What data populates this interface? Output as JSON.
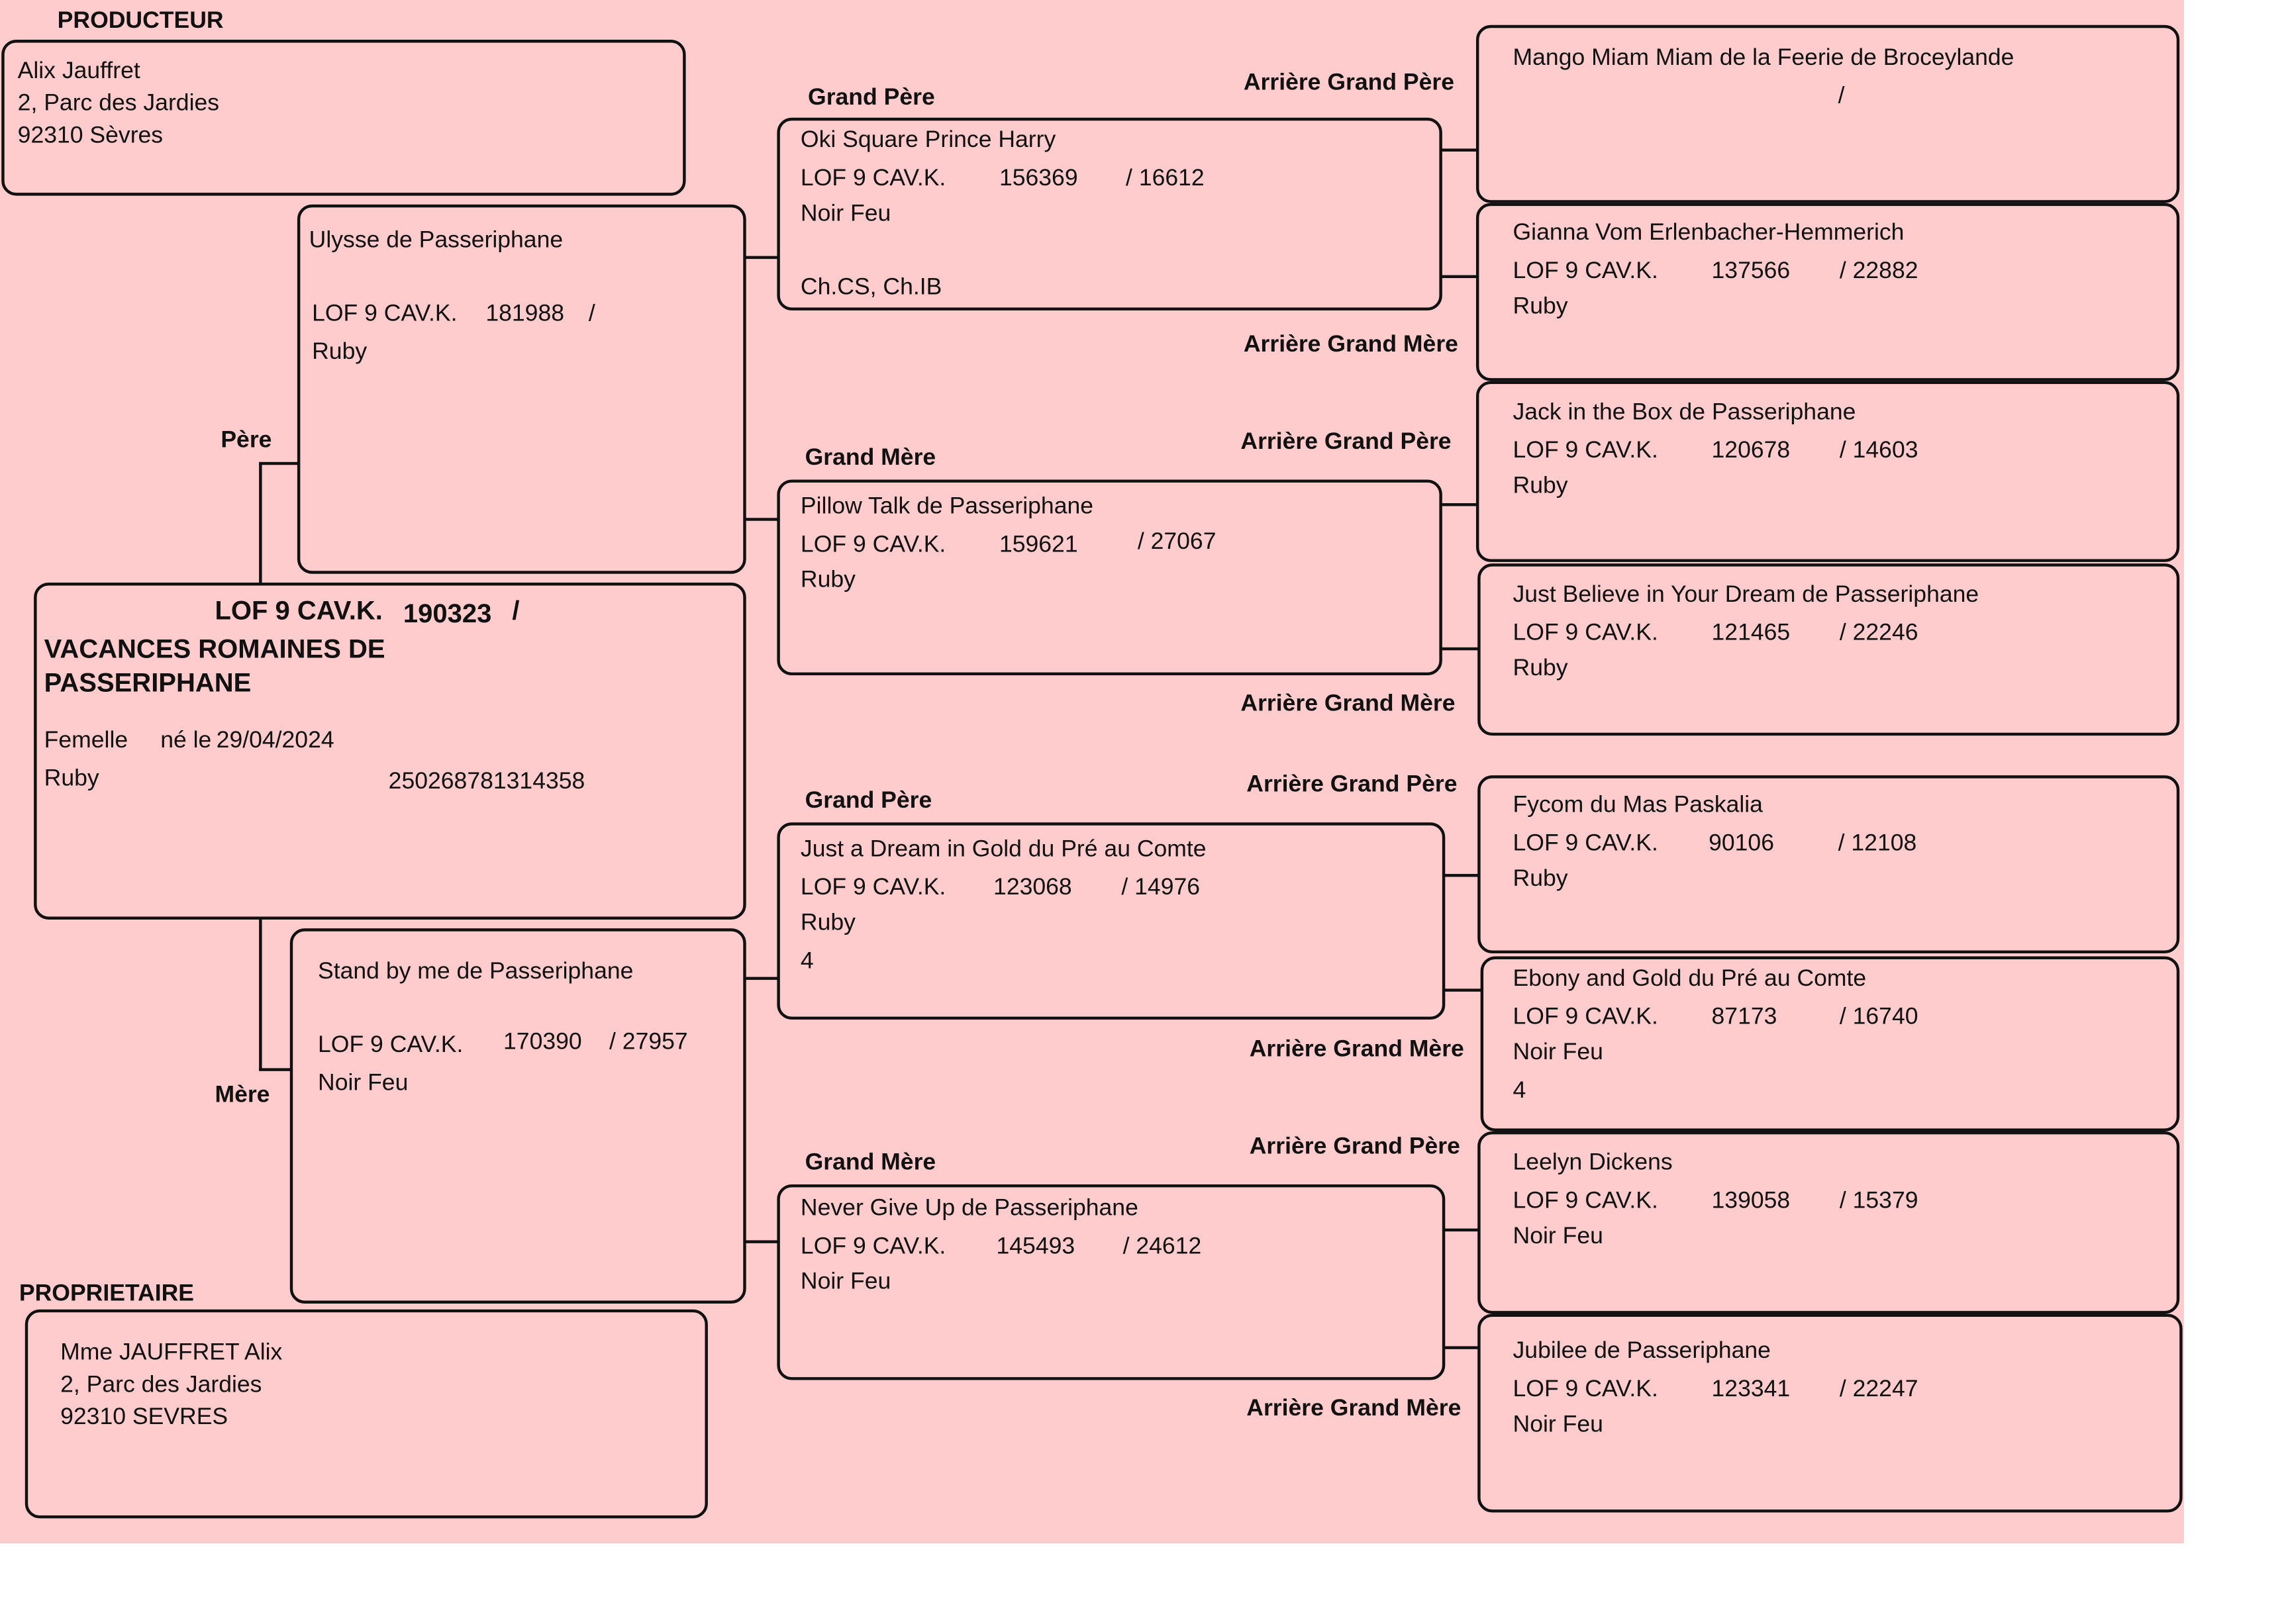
{
  "labels": {
    "producteur": "PRODUCTEUR",
    "proprietaire": "PROPRIETAIRE",
    "pere": "Père",
    "mere": "Mère",
    "grand_pere": "Grand Père",
    "grand_mere": "Grand Mère",
    "arriere_grand_pere": "Arrière Grand Père",
    "arriere_grand_mere": "Arrière Grand Mère"
  },
  "producteur": {
    "name": "Alix Jauffret",
    "address1": "2, Parc des Jardies",
    "address2": "92310 Sèvres"
  },
  "proprietaire": {
    "name": "Mme JAUFFRET Alix",
    "address1": "2, Parc des Jardies",
    "address2": "92310 SEVRES"
  },
  "subject": {
    "registry": "LOF 9 CAV.K.",
    "number": "190323",
    "slash": "/",
    "name_line1": "VACANCES ROMAINES DE",
    "name_line2": "PASSERIPHANE",
    "sex": "Femelle",
    "born_label": "né le",
    "birth_date": "29/04/2024",
    "color": "Ruby",
    "chip": "250268781314358"
  },
  "pere": {
    "name": "Ulysse de Passeriphane",
    "registry": "LOF 9 CAV.K.",
    "number": "181988",
    "slash": "/",
    "color": "Ruby"
  },
  "mere": {
    "name": "Stand by me de Passeriphane",
    "registry": "LOF 9 CAV.K.",
    "number": "170390",
    "second": "/ 27957",
    "color": "Noir Feu"
  },
  "gp_pat": {
    "name": "Oki Square Prince Harry",
    "registry": "LOF 9 CAV.K.",
    "number": "156369",
    "second": "/ 16612",
    "color": "Noir Feu",
    "titles": "Ch.CS, Ch.IB"
  },
  "gm_pat": {
    "name": "Pillow Talk de Passeriphane",
    "registry": "LOF 9 CAV.K.",
    "number": "159621",
    "second": "/ 27067",
    "color": "Ruby"
  },
  "gp_mat": {
    "name": "Just a Dream in Gold du Pré au Comte",
    "registry": "LOF 9 CAV.K.",
    "number": "123068",
    "second": "/ 14976",
    "color": "Ruby",
    "extra": "4"
  },
  "gm_mat": {
    "name": "Never Give Up de Passeriphane",
    "registry": "LOF 9 CAV.K.",
    "number": "145493",
    "second": "/ 24612",
    "color": "Noir Feu"
  },
  "agp1": {
    "name": "Mango Miam Miam de la Feerie de Broceylande",
    "slash": "/"
  },
  "agm1": {
    "name": "Gianna Vom Erlenbacher-Hemmerich",
    "registry": "LOF 9 CAV.K.",
    "number": "137566",
    "second": "/ 22882",
    "color": "Ruby"
  },
  "agp2": {
    "name": "Jack in the Box de Passeriphane",
    "registry": "LOF 9 CAV.K.",
    "number": "120678",
    "second": "/ 14603",
    "color": "Ruby"
  },
  "agm2": {
    "name": "Just Believe in Your Dream de Passeriphane",
    "registry": "LOF 9 CAV.K.",
    "number": "121465",
    "second": "/ 22246",
    "color": "Ruby"
  },
  "agp3": {
    "name": "Fycom du Mas Paskalia",
    "registry": "LOF 9 CAV.K.",
    "number": "90106",
    "second": "/ 12108",
    "color": "Ruby"
  },
  "agm3": {
    "name": "Ebony and Gold du Pré au Comte",
    "registry": "LOF 9 CAV.K.",
    "number": "87173",
    "second": "/ 16740",
    "color": "Noir Feu",
    "extra": "4"
  },
  "agp4": {
    "name": "Leelyn Dickens",
    "registry": "LOF 9 CAV.K.",
    "number": "139058",
    "second": "/ 15379",
    "color": "Noir Feu"
  },
  "agm4": {
    "name": "Jubilee de Passeriphane",
    "registry": "LOF 9 CAV.K.",
    "number": "123341",
    "second": "/ 22247",
    "color": "Noir Feu"
  }
}
